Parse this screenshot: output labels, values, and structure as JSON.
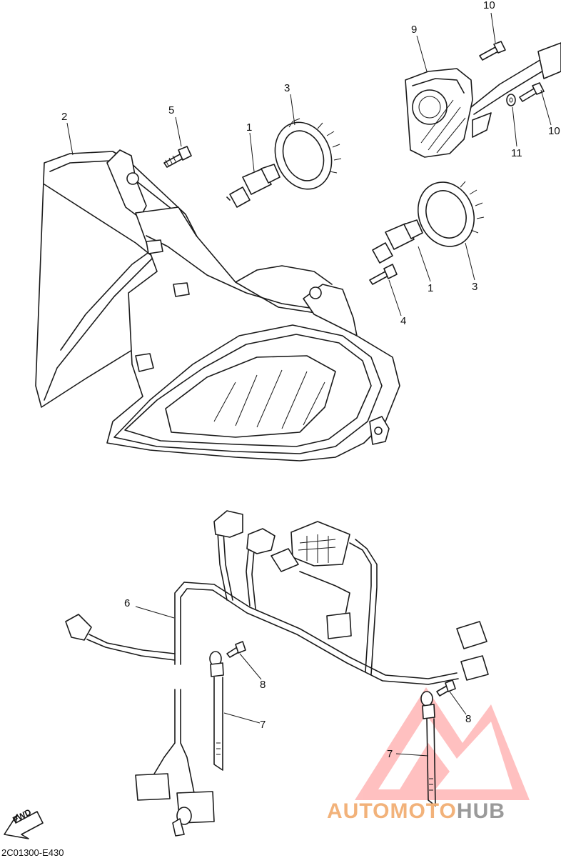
{
  "diagram": {
    "part_code": "2C01300-E430",
    "fwd_label": "FWD",
    "watermark": {
      "text_accent": "AUTOMOTO",
      "text_main": "HUB",
      "accent_color": "#f2b27a",
      "main_color": "#9a9a9a",
      "logo_color": "#ff7a7a"
    },
    "callouts": [
      "10",
      "9",
      "10",
      "11",
      "3",
      "5",
      "2",
      "1",
      "3",
      "1",
      "4",
      "6",
      "8",
      "7",
      "8",
      "7"
    ]
  }
}
